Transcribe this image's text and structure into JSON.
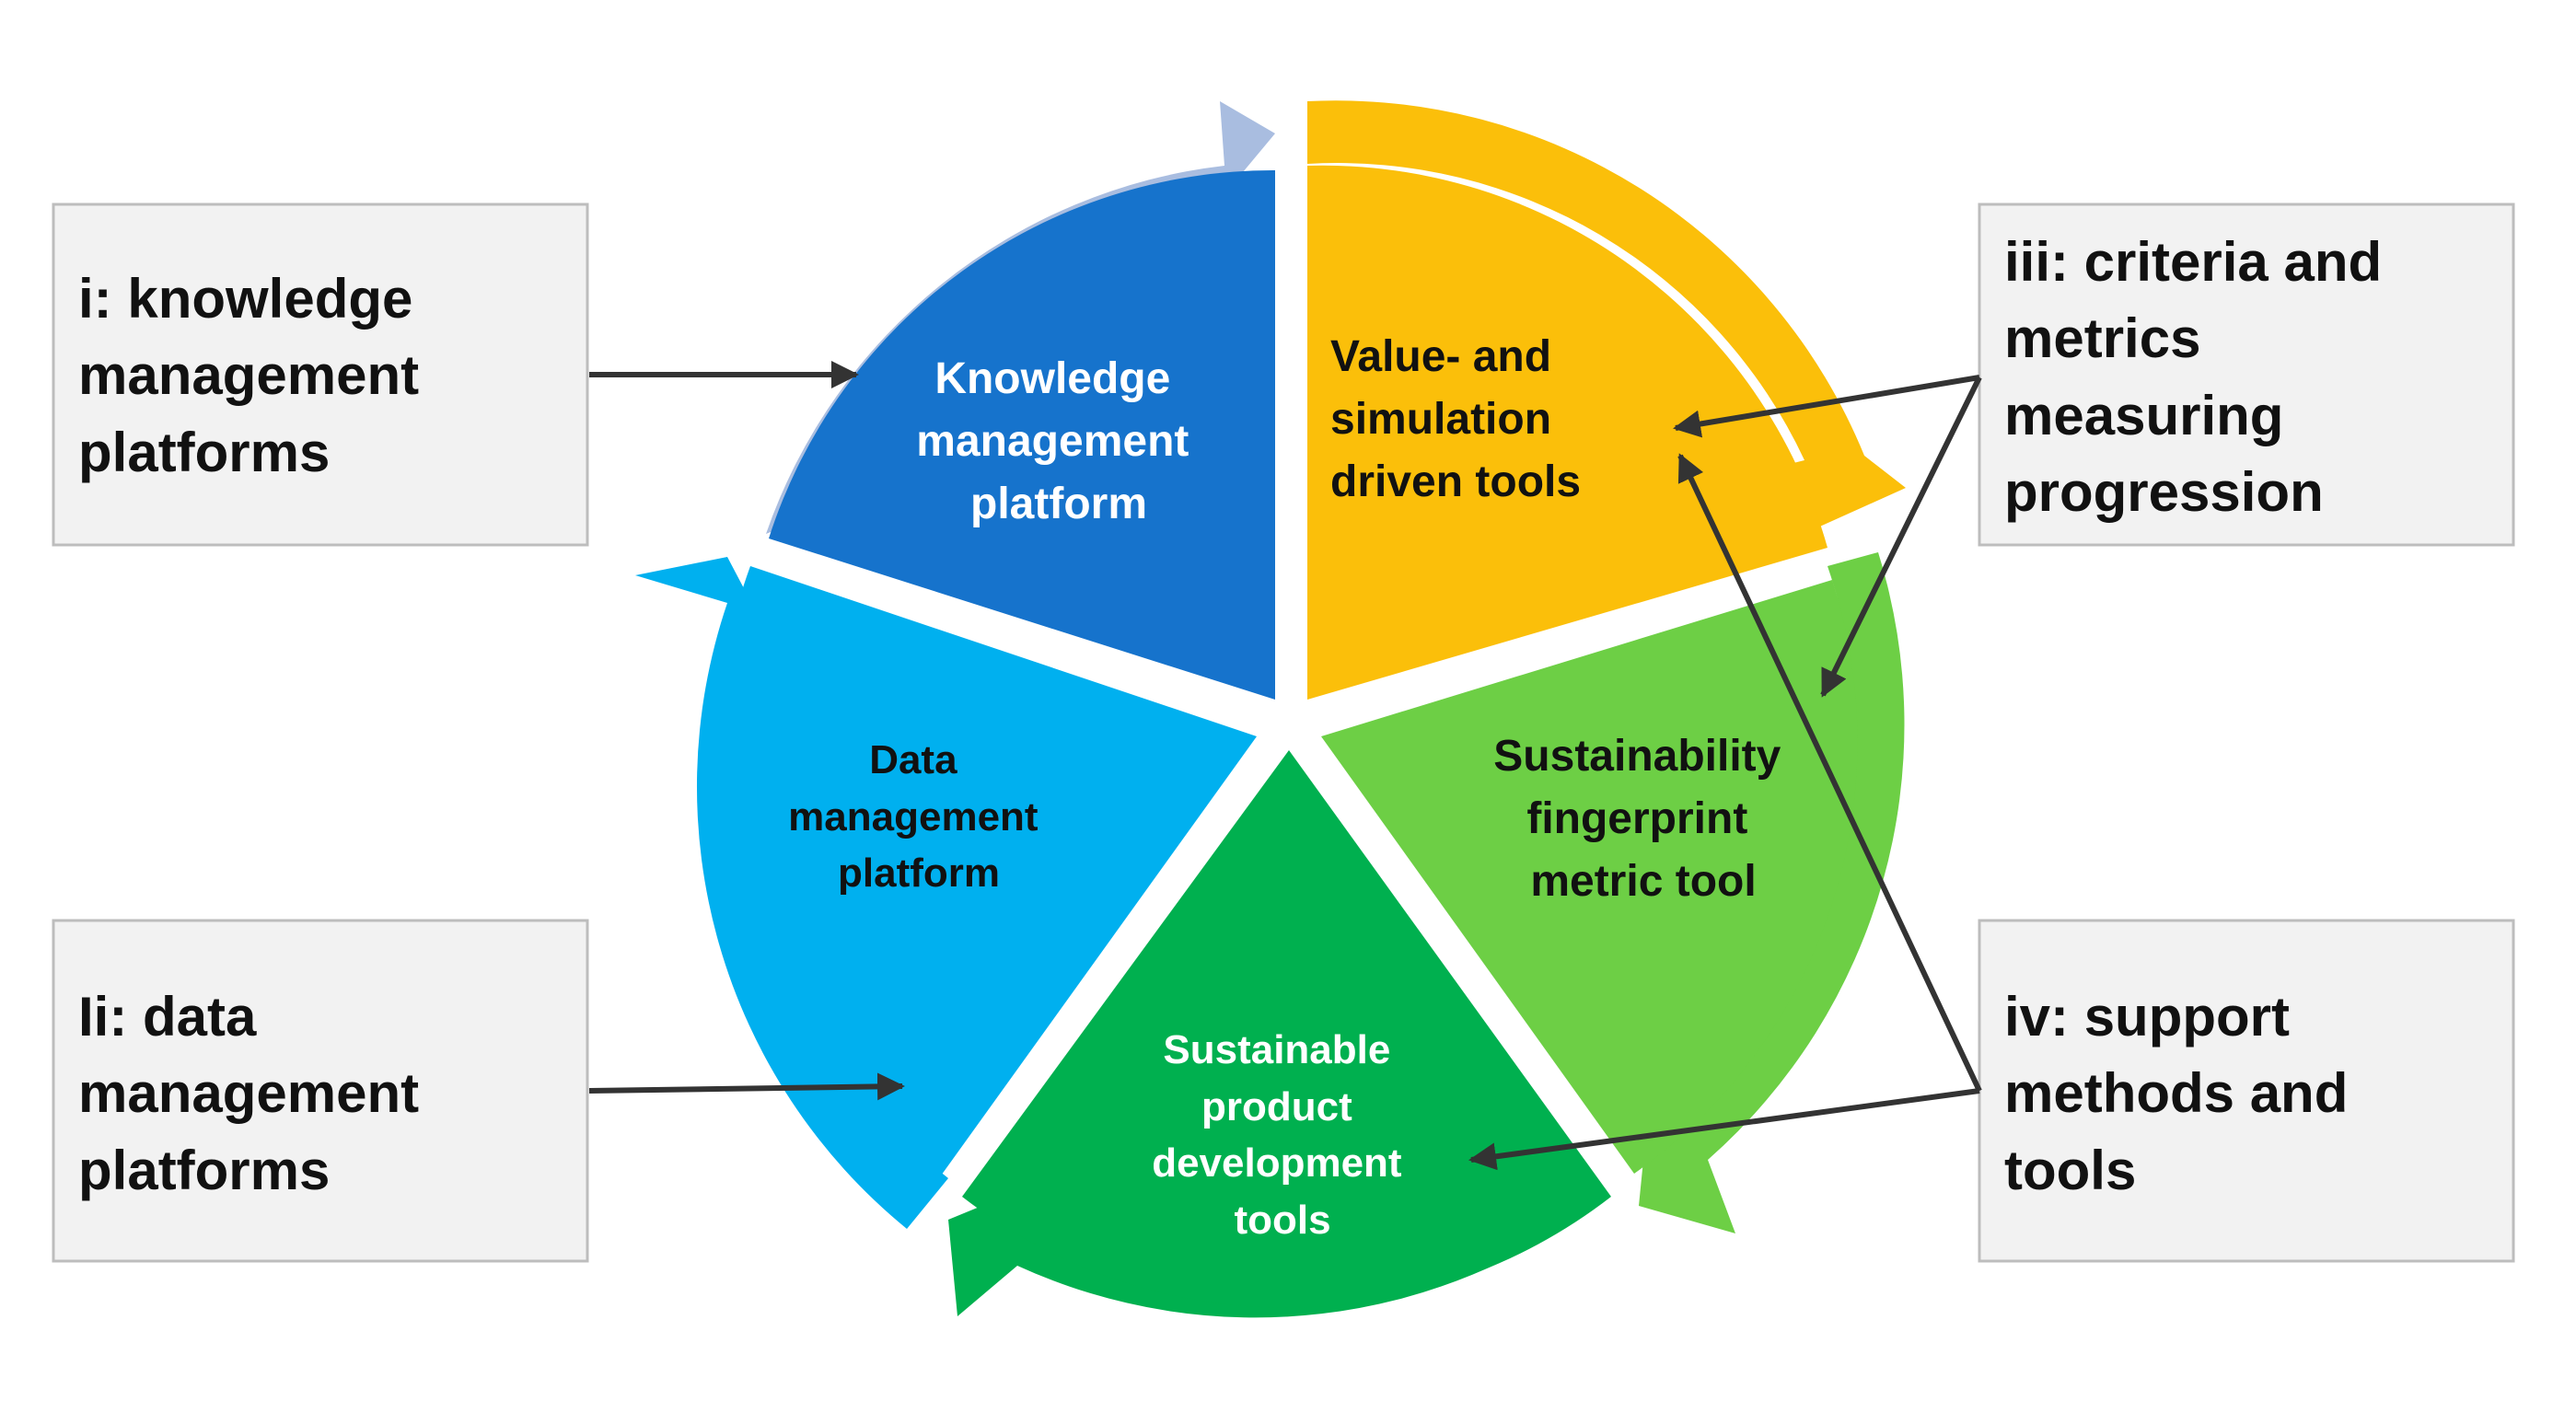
{
  "segments": [
    {
      "id": "knowledge",
      "lines": [
        "Knowledge",
        "management",
        "platform"
      ],
      "color": "#1673cc",
      "arrow_color": "#a9bde0",
      "text_color": "#ffffff"
    },
    {
      "id": "value",
      "lines": [
        "Value- and",
        "simulation",
        "driven tools"
      ],
      "color": "#fbbf0a",
      "arrow_color": "#fbbf0a",
      "text_color": "#111111"
    },
    {
      "id": "fingerprint",
      "lines": [
        "Sustainability",
        "fingerprint",
        "metric tool"
      ],
      "color": "#6dcf45",
      "arrow_color": "#6dcf45",
      "text_color": "#111111"
    },
    {
      "id": "spd",
      "lines": [
        "Sustainable",
        "product",
        "development",
        "tools"
      ],
      "color": "#00b04f",
      "arrow_color": "#00b04f",
      "text_color": "#ffffff"
    },
    {
      "id": "data",
      "lines": [
        "Data",
        "management",
        "platform"
      ],
      "color": "#00b0ef",
      "arrow_color": "#00b0ef",
      "text_color": "#111111"
    }
  ],
  "callouts": {
    "i": {
      "lines": [
        "i: knowledge",
        "management",
        "platforms"
      ]
    },
    "ii": {
      "lines": [
        "Ii: data",
        "management",
        "platforms"
      ]
    },
    "iii": {
      "lines": [
        "iii: criteria and",
        "metrics",
        "measuring",
        "progression"
      ]
    },
    "iv": {
      "lines": [
        "iv: support",
        "methods and",
        "tools"
      ]
    }
  },
  "connector_color": "#333333"
}
